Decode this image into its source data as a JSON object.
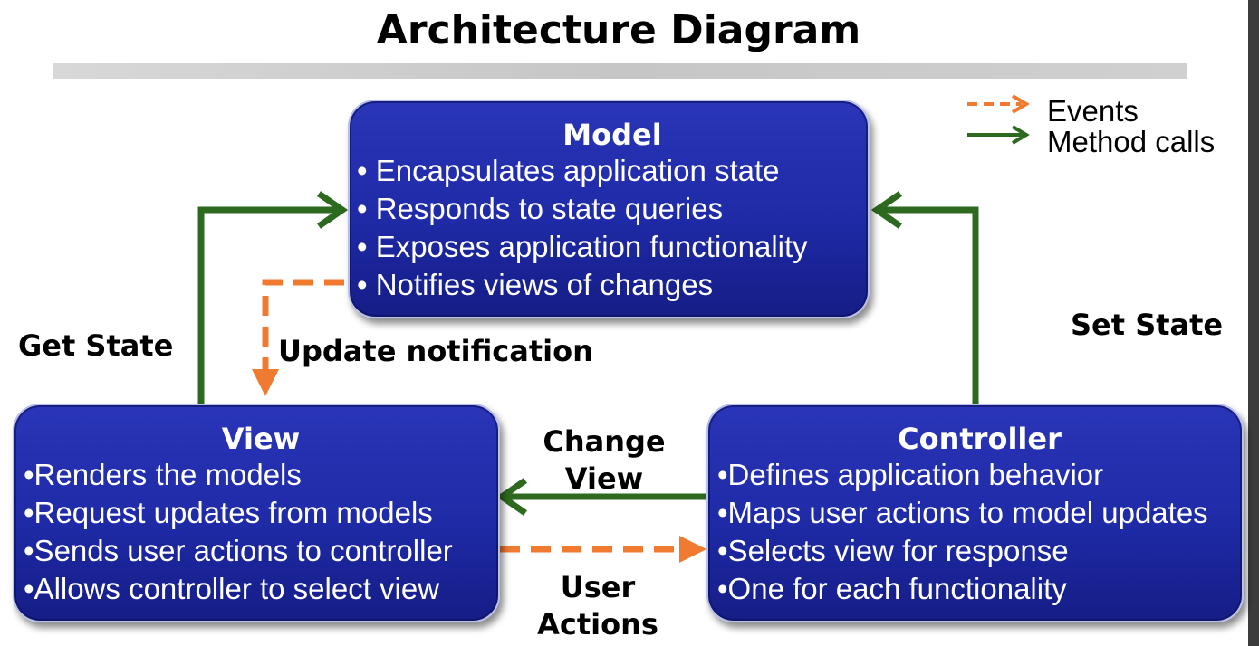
{
  "title": "Architecture Diagram",
  "legend": {
    "events": "Events",
    "method_calls": "Method calls"
  },
  "colors": {
    "event_arrow": "#f07a30",
    "method_arrow": "#2d6a1f",
    "box_fill": "#1e2aa6"
  },
  "model": {
    "heading": "Model",
    "items": [
      "• Encapsulates application state",
      "• Responds to state queries",
      "• Exposes application functionality",
      "• Notifies views of changes"
    ]
  },
  "view": {
    "heading": "View",
    "items": [
      "•Renders the models",
      "•Request updates from models",
      "•Sends user actions to controller",
      "•Allows controller to select view"
    ]
  },
  "controller": {
    "heading": "Controller",
    "items": [
      "•Defines application behavior",
      "•Maps user actions to model updates",
      "•Selects view for response",
      "•One for each functionality"
    ]
  },
  "labels": {
    "get_state": "Get State",
    "set_state": "Set State",
    "update_notification": "Update notification",
    "change_view_1": "Change",
    "change_view_2": "View",
    "user_actions_1": "User",
    "user_actions_2": "Actions"
  }
}
